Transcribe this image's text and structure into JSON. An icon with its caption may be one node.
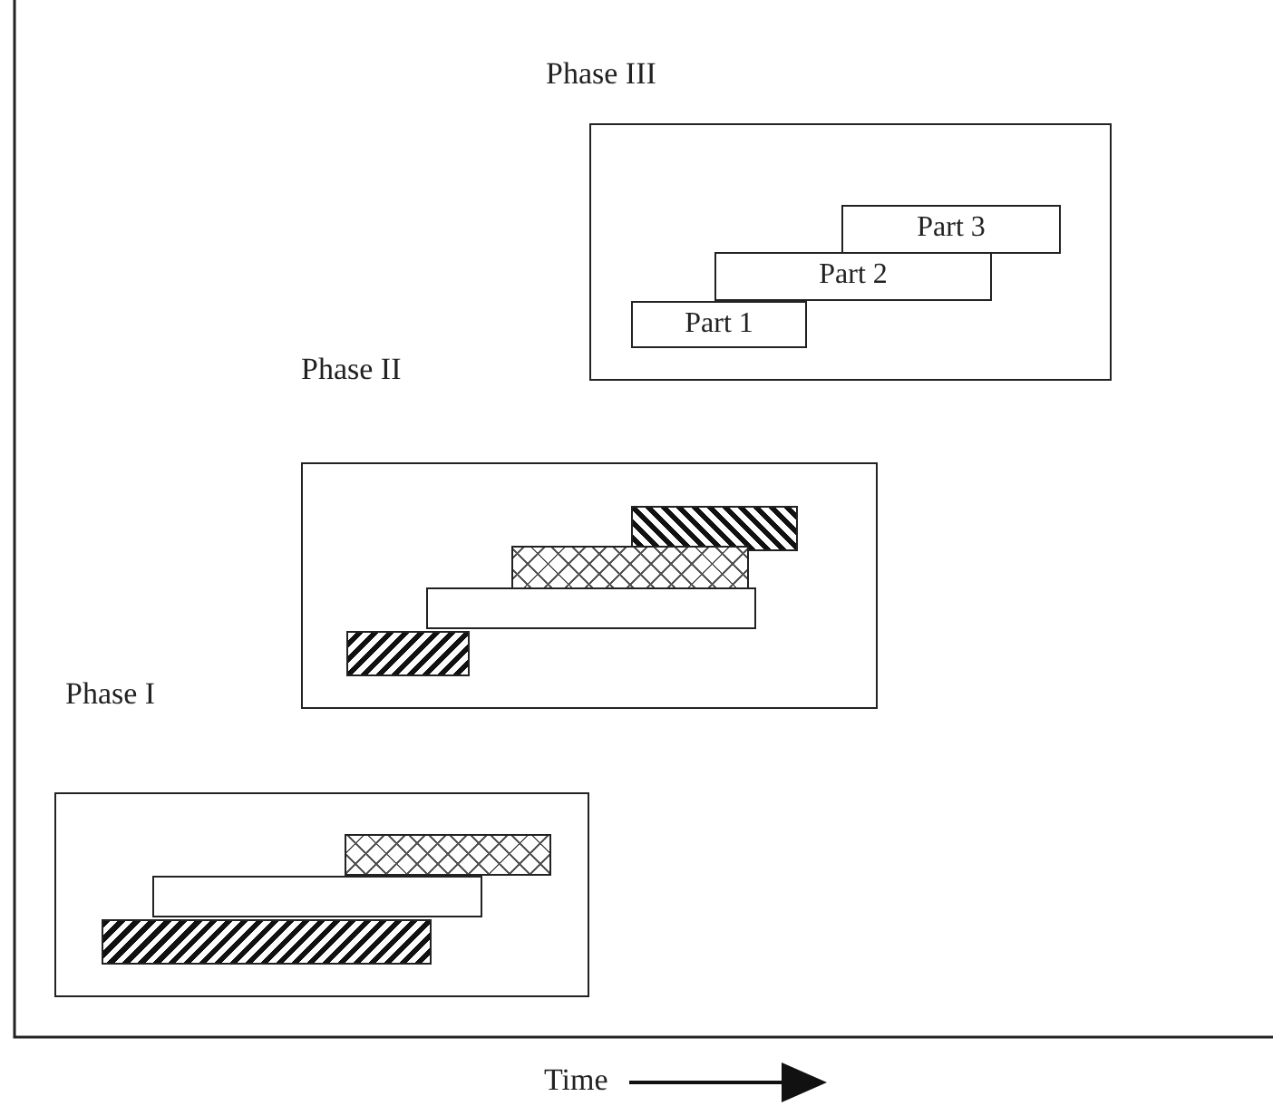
{
  "diagram": {
    "nodes": [
      {
        "text": [
          "Phase III"
        ]
      },
      {
        "text": [
          "Part 3"
        ],
        "in": 0
      },
      {
        "text": [
          "Part 2"
        ],
        "in": 0
      },
      {
        "text": [
          "Part 1"
        ],
        "in": 0
      },
      {
        "text": [
          "Phase II"
        ]
      },
      {
        "text": [],
        "shape": "bar",
        "in": 4
      },
      {
        "text": [],
        "shape": "bar",
        "in": 4
      },
      {
        "text": [],
        "shape": "bar",
        "in": 4
      },
      {
        "text": [],
        "shape": "bar",
        "in": 4
      },
      {
        "text": [
          "Phase I"
        ]
      },
      {
        "text": [],
        "shape": "bar",
        "in": 9
      },
      {
        "text": [],
        "shape": "bar",
        "in": 9
      },
      {
        "text": [],
        "shape": "bar",
        "in": 9
      }
    ],
    "labels": [
      "Time"
    ]
  }
}
